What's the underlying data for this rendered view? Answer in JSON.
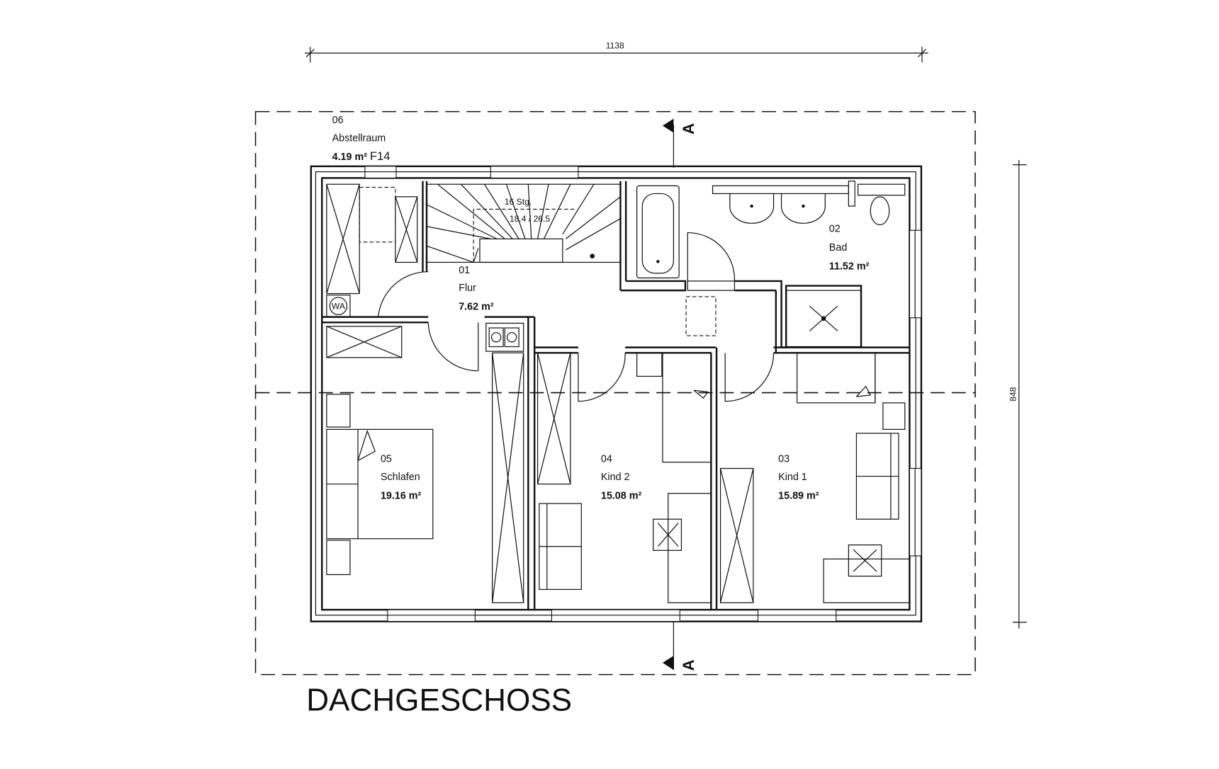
{
  "drawing": {
    "title": "DACHGESCHOSS",
    "dimensions": {
      "width_label": "1138",
      "height_label": "848"
    },
    "section_marker": "A",
    "stair": {
      "steps": "16 Stg.",
      "ratio": "18.4 / 26.5"
    },
    "symbols": {
      "washing_machine": "WA"
    },
    "colors": {
      "line": "#111111",
      "background": "#ffffff"
    }
  },
  "rooms": [
    {
      "number": "01",
      "name": "Flur",
      "area": "7.62",
      "unit": "m²",
      "extra": ""
    },
    {
      "number": "02",
      "name": "Bad",
      "area": "11.52",
      "unit": "m²",
      "extra": ""
    },
    {
      "number": "03",
      "name": "Kind 1",
      "area": "15.89",
      "unit": "m²",
      "extra": ""
    },
    {
      "number": "04",
      "name": "Kind 2",
      "area": "15.08",
      "unit": "m²",
      "extra": ""
    },
    {
      "number": "05",
      "name": "Schlafen",
      "area": "19.16",
      "unit": "m²",
      "extra": ""
    },
    {
      "number": "06",
      "name": "Abstellraum",
      "area": "4.19",
      "unit": "m²",
      "extra": "F14"
    }
  ]
}
